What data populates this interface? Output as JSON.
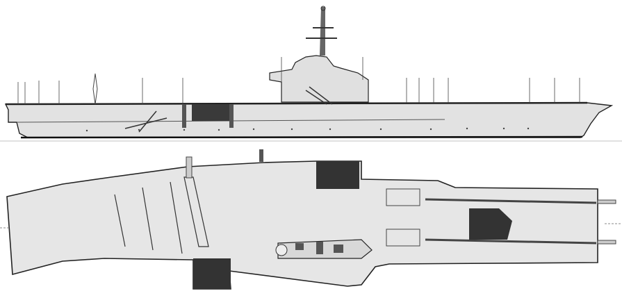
{
  "drawing": {
    "subject": "aircraft-carrier",
    "views": [
      "side-profile",
      "top-plan"
    ]
  },
  "colors": {
    "background": "#ffffff",
    "hull": "#e2e2e2",
    "deck": "#e6e6e6",
    "line": "#222222",
    "dark": "#333333"
  }
}
